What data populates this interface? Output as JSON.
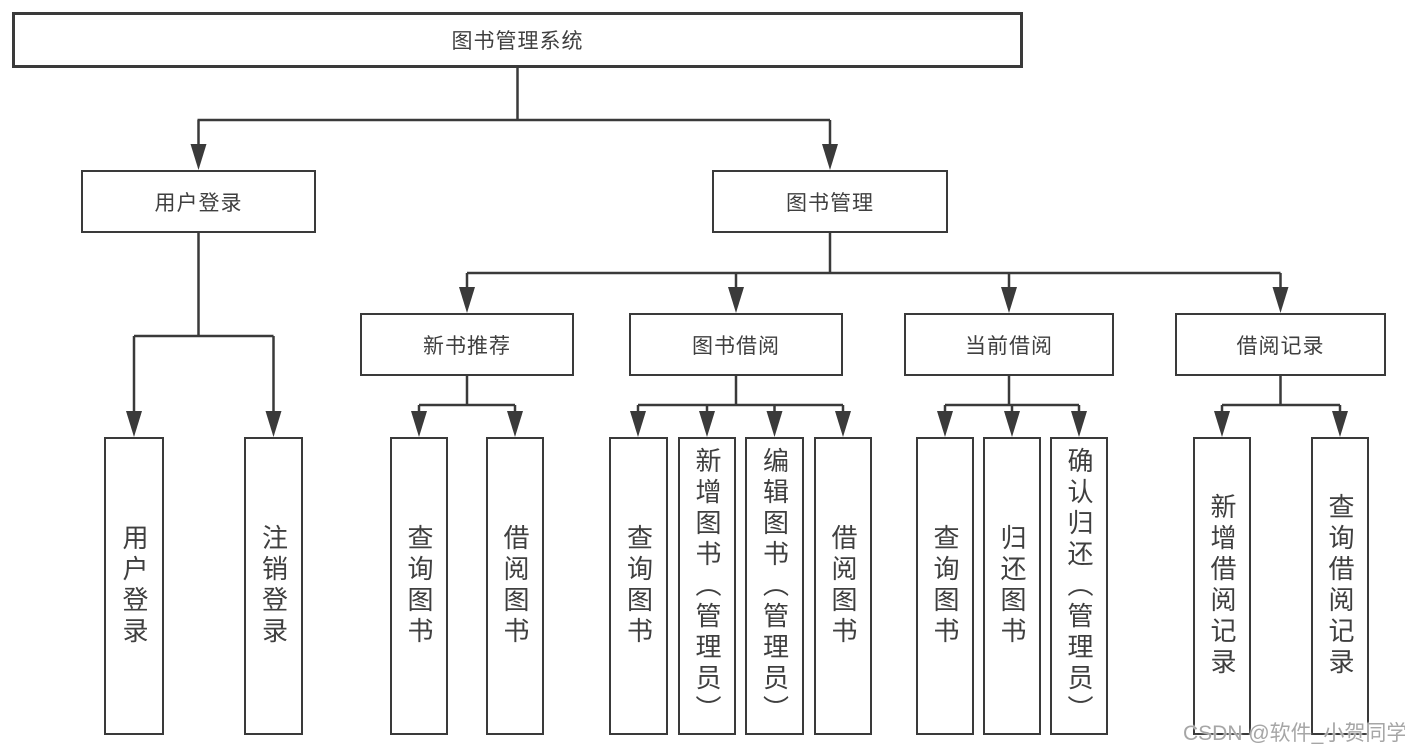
{
  "tree": {
    "root": {
      "label": "图书管理系统"
    },
    "branches": [
      {
        "label": "用户登录",
        "children": [
          {
            "label": "用户登录"
          },
          {
            "label": "注销登录"
          }
        ]
      },
      {
        "label": "图书管理",
        "groups": [
          {
            "label": "新书推荐",
            "children": [
              {
                "label": "查询图书"
              },
              {
                "label": "借阅图书"
              }
            ]
          },
          {
            "label": "图书借阅",
            "children": [
              {
                "label": "查询图书"
              },
              {
                "label": "新增图书（管理员）"
              },
              {
                "label": "编辑图书（管理员）"
              },
              {
                "label": "借阅图书"
              }
            ]
          },
          {
            "label": "当前借阅",
            "children": [
              {
                "label": "查询图书"
              },
              {
                "label": "归还图书"
              },
              {
                "label": "确认归还（管理员）"
              }
            ]
          },
          {
            "label": "借阅记录",
            "children": [
              {
                "label": "新增借阅记录"
              },
              {
                "label": "查询借阅记录"
              }
            ]
          }
        ]
      }
    ]
  },
  "watermark": {
    "text": "CSDN @软件_小贺同学"
  },
  "colors": {
    "line": "#3a3a3a",
    "border": "#3a3a3a",
    "text": "#3f3f3f",
    "watermark": "#a6a6a6",
    "background": "#ffffff"
  }
}
